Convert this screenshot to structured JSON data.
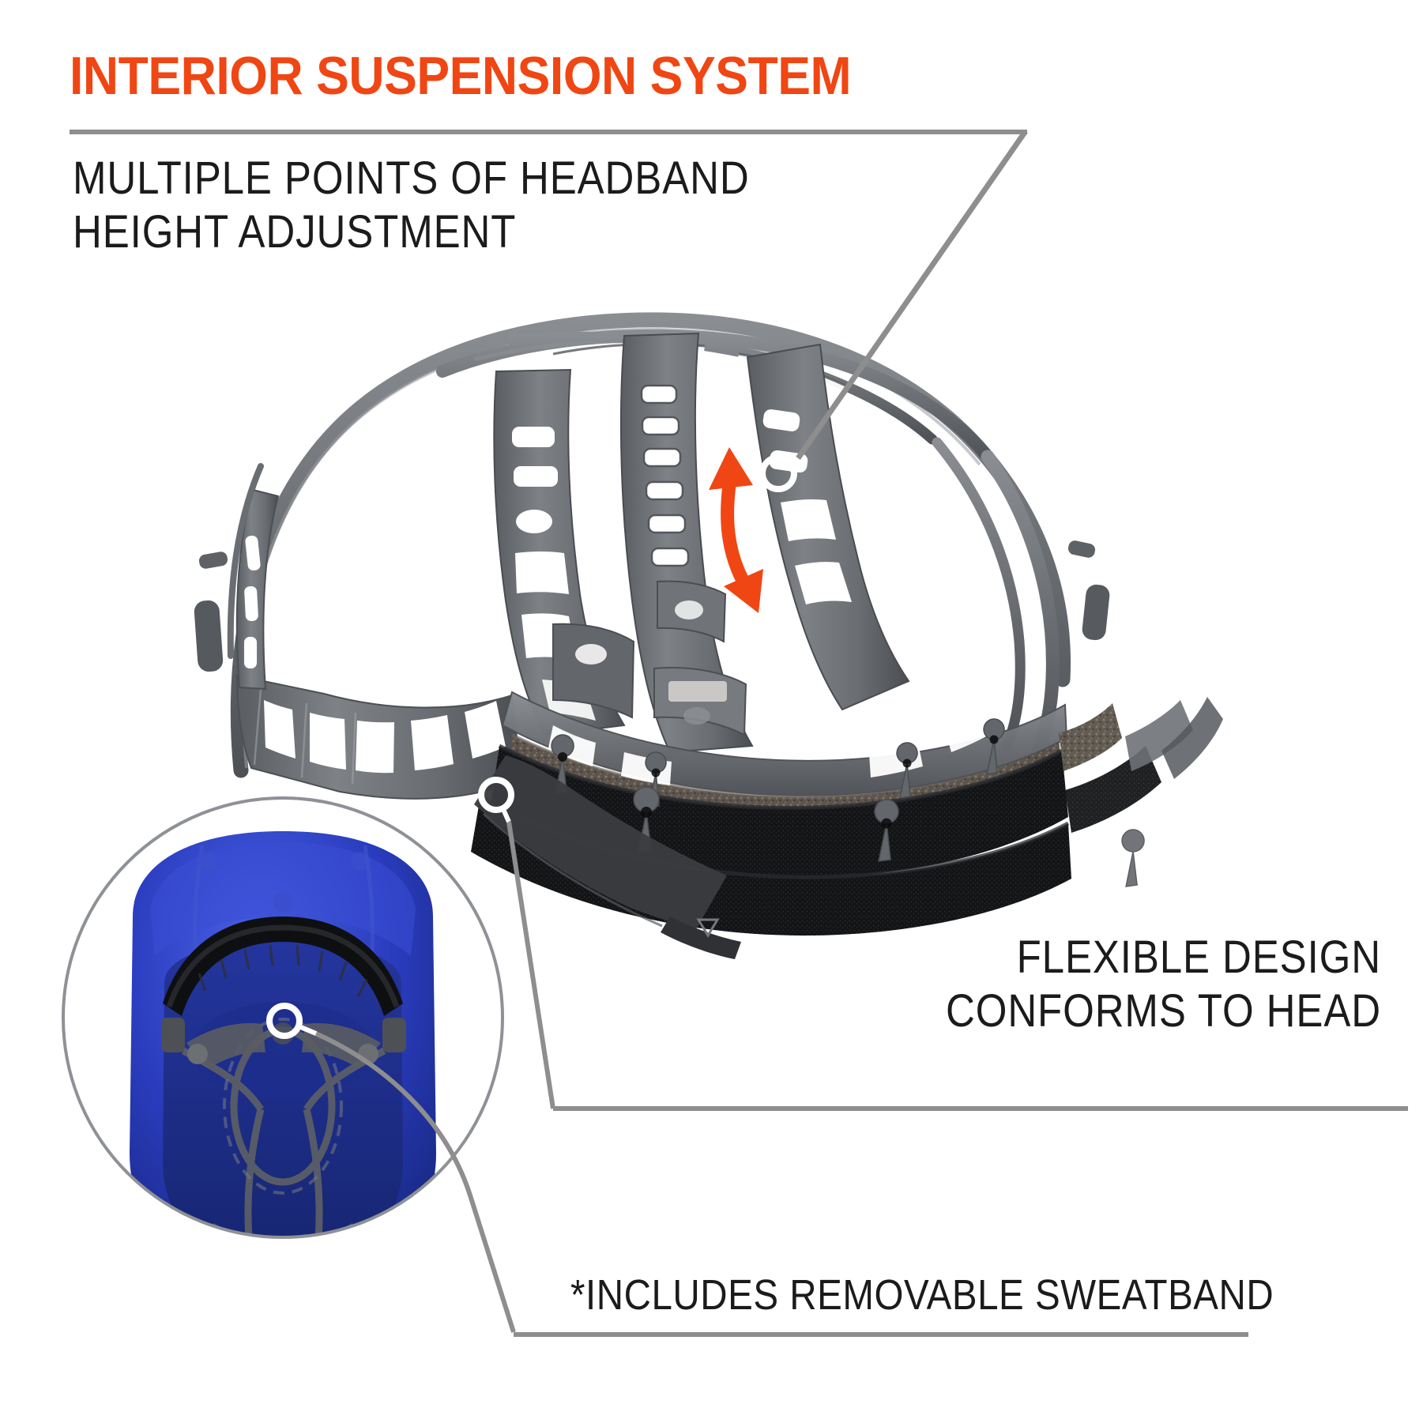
{
  "header": {
    "title": "INTERIOR SUSPENSION SYSTEM",
    "title_color": "#F04614",
    "rule_color": "#8E8E8E"
  },
  "callouts": {
    "headband_adjust": {
      "line1": "MULTIPLE POINTS OF HEADBAND",
      "line2": "HEIGHT ADJUSTMENT",
      "text": "MULTIPLE POINTS OF HEADBAND\nHEIGHT ADJUSTMENT",
      "marker_label": "headband-height-marker"
    },
    "flexible_design": {
      "line1": "FLEXIBLE DESIGN",
      "line2": "CONFORMS TO HEAD",
      "text": "FLEXIBLE DESIGN\nCONFORMS TO HEAD",
      "marker_label": "flexible-design-marker"
    },
    "sweatband": {
      "text": "*INCLUDES REMOVABLE SWEATBAND",
      "marker_label": "sweatband-marker"
    }
  },
  "product": {
    "name": "hard-hat-suspension-system",
    "suspension_color": "#6C6F74",
    "sweatband_color": "#17181A",
    "foam_color": "#5B544E",
    "hat_shell_color": "#2438B4",
    "arrow_color": "#F04614",
    "arrow_label": "height-adjustment-double-arrow",
    "inset_label": "blue-hard-hat-interior-inset"
  },
  "colors": {
    "accent_orange": "#F04614",
    "rule_gray": "#8E8E8E",
    "text_black": "#1B1B1B",
    "leader_white": "#FFFFFF",
    "leader_gray": "#8E8E8E",
    "background": "#FFFFFF"
  }
}
